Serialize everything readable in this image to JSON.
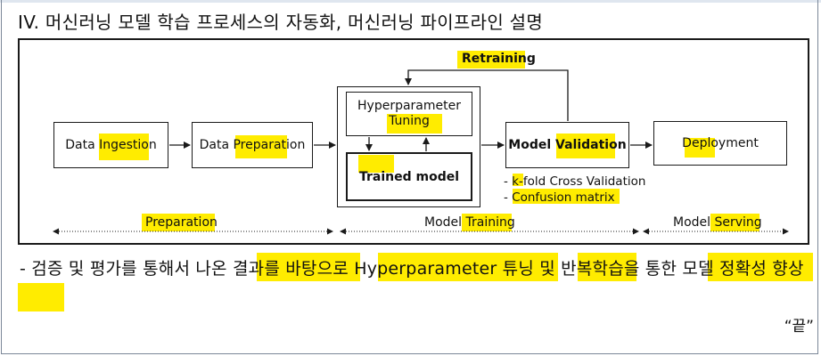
{
  "heading": "IV. 머신러닝 모델 학습 프로세스의 자동화, 머신러닝 파이프라인 설명",
  "diagram": {
    "retraining": "Retraining",
    "data_ingestion": "Data Ingestion",
    "data_preparation": "Data Preparation",
    "hyper_line1": "Hyperparameter",
    "hyper_line2": "Tuning",
    "trained_model": "Trained model",
    "model_validation": "Model Validation",
    "deployment": "Deployment",
    "validation_notes": [
      "- k-fold Cross Validation",
      "- Confusion matrix"
    ],
    "phases": [
      "Preparation",
      "Model Training",
      "Model Serving"
    ]
  },
  "description": "- 검증 및 평가를 통해서 나온 결과를 바탕으로 Hyperparameter 튜닝 및 반복학습을 통한 모델 정확성 향상",
  "end_mark": "“끝”",
  "colors": {
    "highlight": "#ffec00",
    "stroke": "#1a1a1a"
  }
}
